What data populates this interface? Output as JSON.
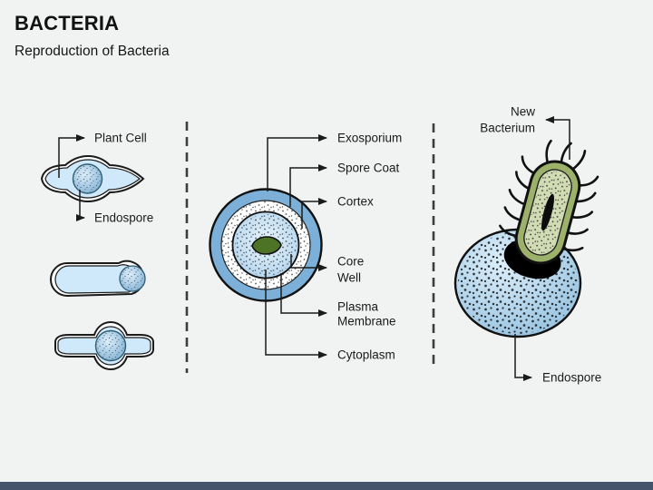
{
  "slide": {
    "title": "BACTERIA",
    "subtitle": "Reproduction of Bacteria"
  },
  "left_panel": {
    "plant_cell_label": "Plant Cell",
    "endospore_label": "Endospore"
  },
  "middle_panel": {
    "exosporium_label": "Exosporium",
    "spore_coat_label": "Spore Coat",
    "cortex_label": "Cortex",
    "core_well_line1": "Core",
    "core_well_line2": "Well",
    "plasma_membrane_line1": "Plasma",
    "plasma_membrane_line2": "Membrane",
    "cytoplasm_label": "Cytoplasm"
  },
  "right_panel": {
    "new_bacterium_line1": "New",
    "new_bacterium_line2": "Bacterium",
    "endospore_label": "Endospore"
  },
  "colors": {
    "background": "#f1f2f2",
    "accent_bar": "#44546a",
    "cell_fill": "#cfe8fa",
    "outer_ring_blue": "#7cb0d8",
    "core_blue": "#b7d8ef",
    "green_core": "#4d7426",
    "rod_outer_green": "#9cb26b",
    "rod_inner_green": "#d2dcb4",
    "sphere_blue": "#a9cfe9",
    "line_color": "#1a1a1a"
  }
}
